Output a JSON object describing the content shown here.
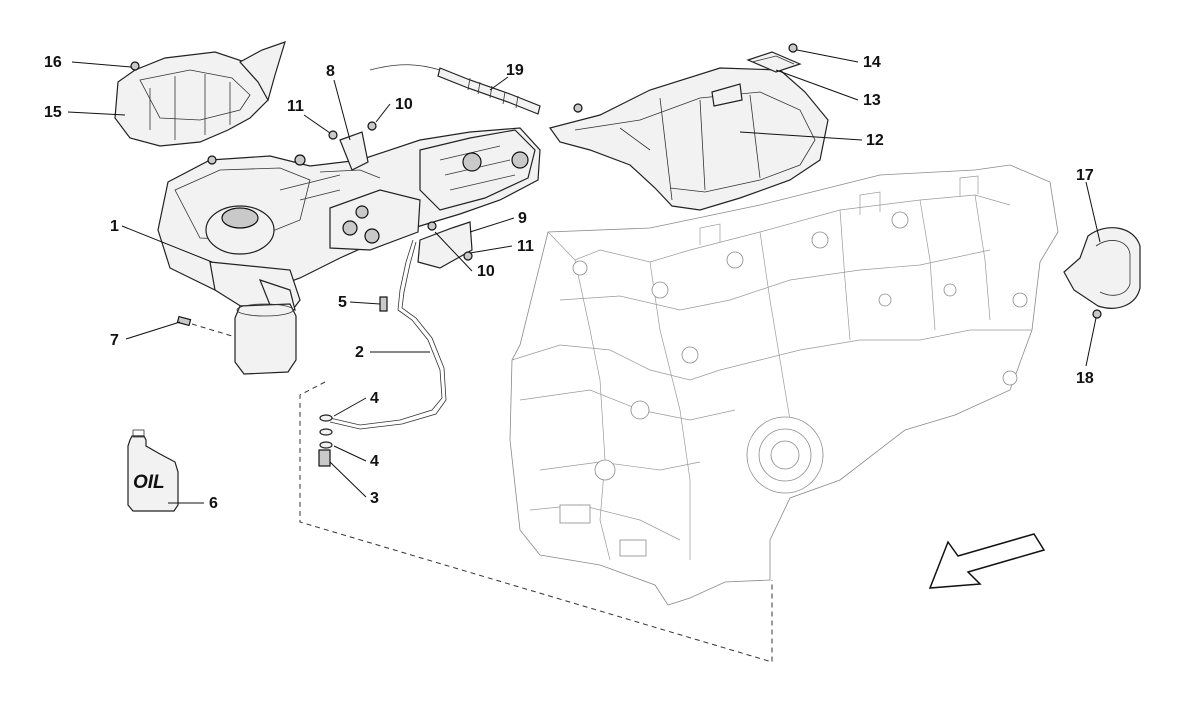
{
  "labels": {
    "c1": "1",
    "c2": "2",
    "c3": "3",
    "c4a": "4",
    "c4b": "4",
    "c5": "5",
    "c6": "6",
    "c7": "7",
    "c8": "8",
    "c9": "9",
    "c10a": "10",
    "c10b": "10",
    "c11a": "11",
    "c11b": "11",
    "c12": "12",
    "c13": "13",
    "c14": "14",
    "c15": "15",
    "c16": "16",
    "c17": "17",
    "c18": "18",
    "c19": "19"
  },
  "oil_bottle": {
    "text": "OIL"
  },
  "icons": {
    "direction": "arrow-icon"
  }
}
